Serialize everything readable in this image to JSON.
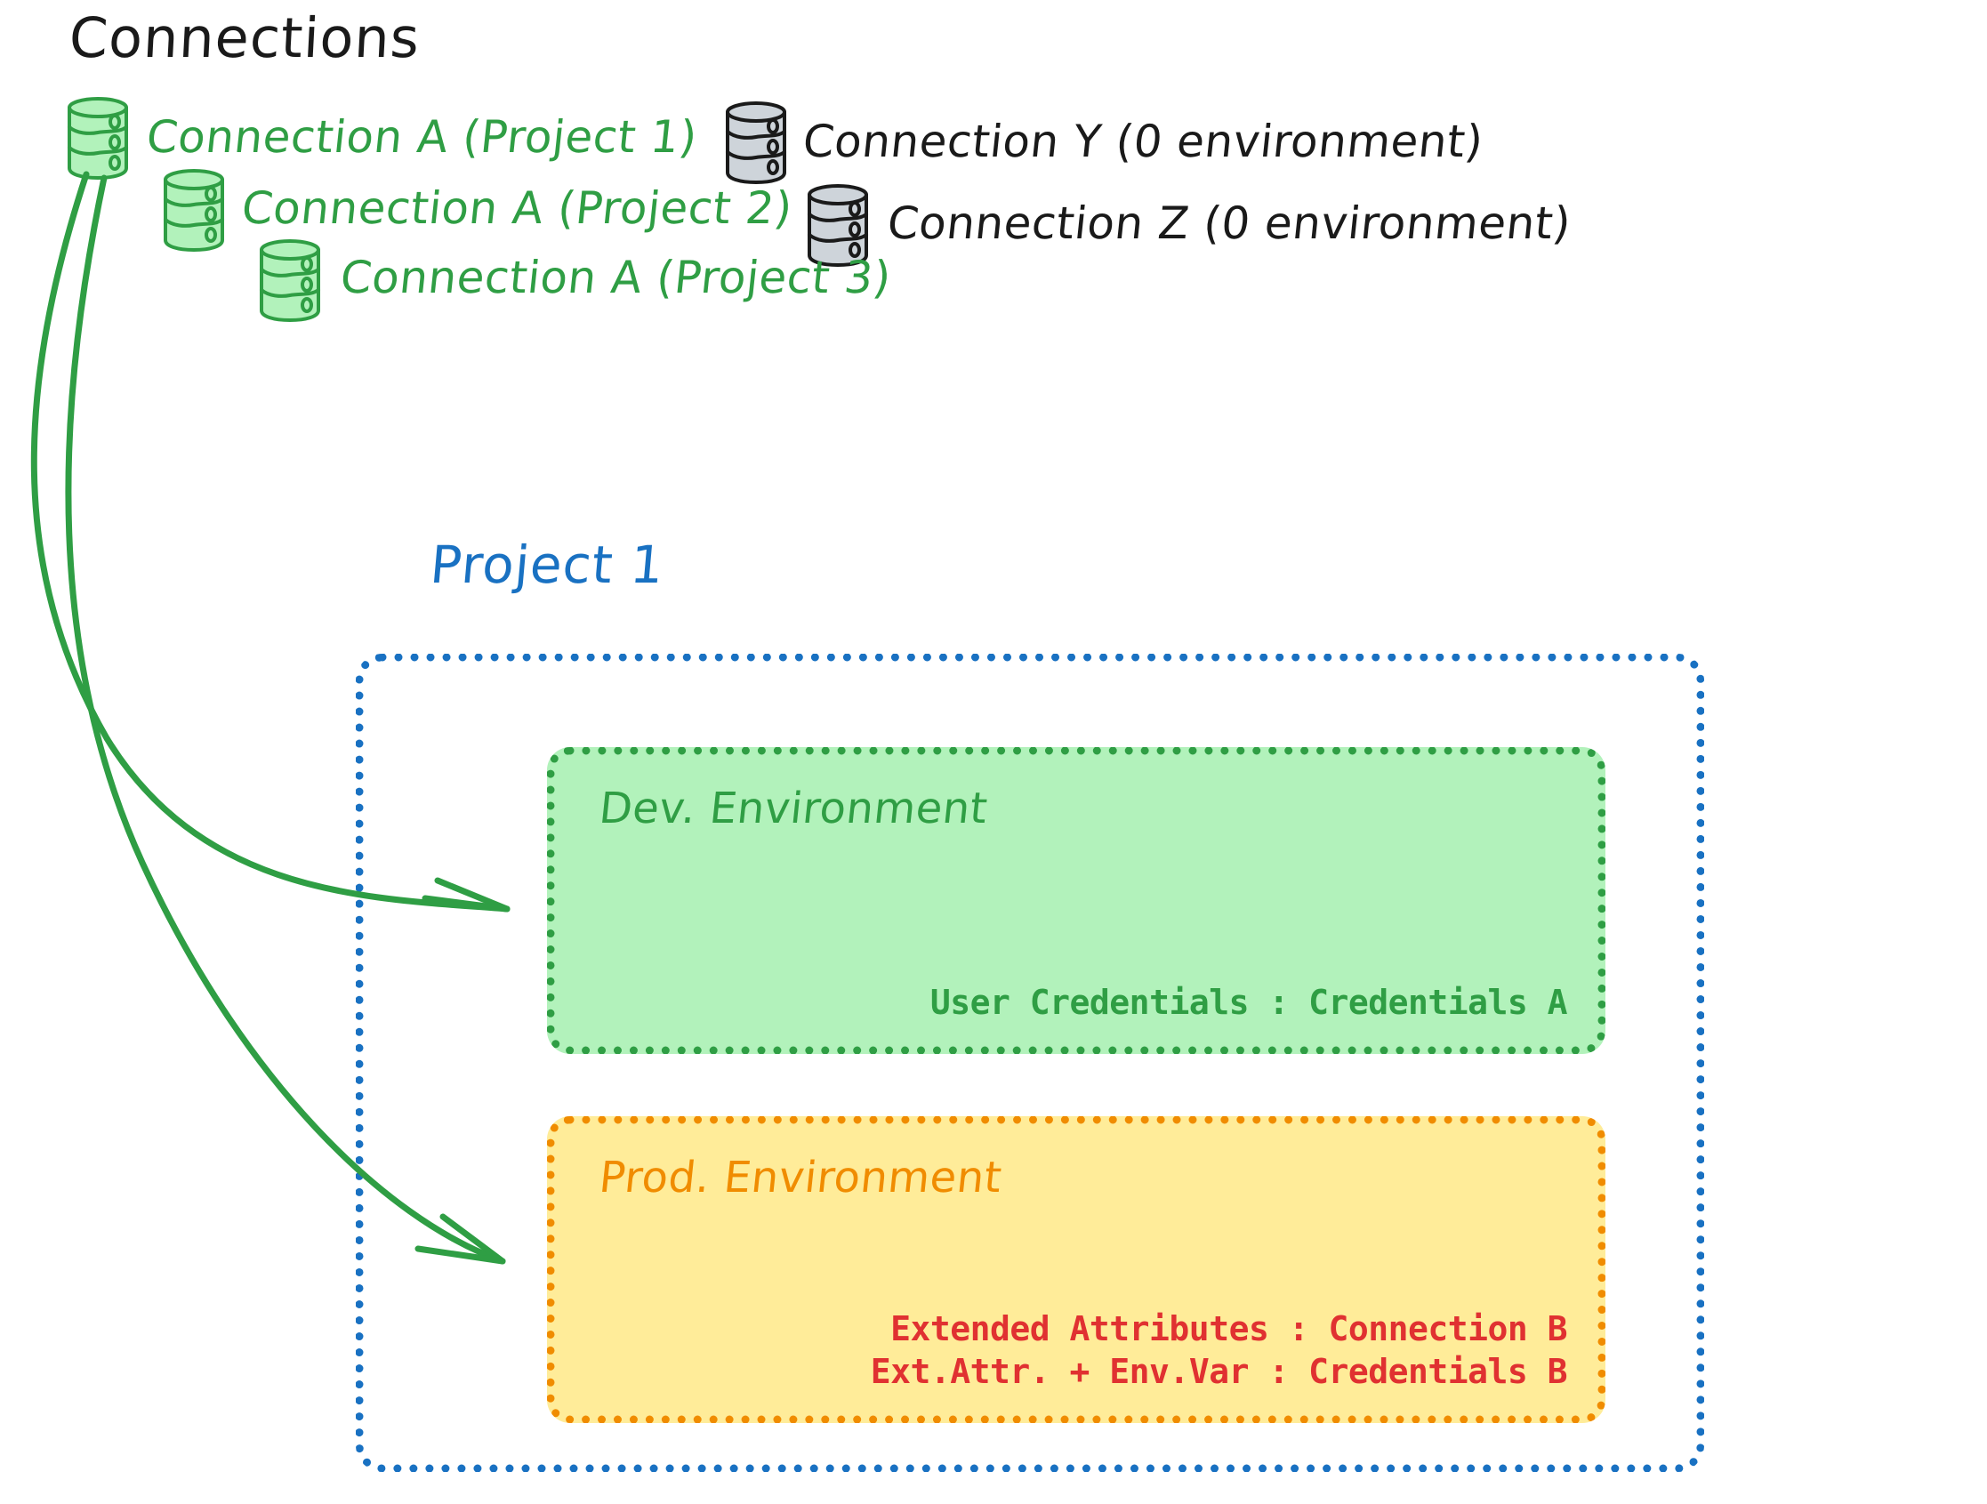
{
  "header": {
    "title": "Connections"
  },
  "connections": [
    {
      "label": "Connection A (Project 1)",
      "color": "green",
      "icon": "database-icon"
    },
    {
      "label": "Connection A (Project 2)",
      "color": "green",
      "icon": "database-icon"
    },
    {
      "label": "Connection A (Project 3)",
      "color": "green",
      "icon": "database-icon"
    },
    {
      "label": "Connection Y (0 environment)",
      "color": "gray",
      "icon": "database-icon"
    },
    {
      "label": "Connection Z (0 environment)",
      "color": "gray",
      "icon": "database-icon"
    }
  ],
  "project": {
    "title": "Project 1",
    "environments": [
      {
        "name": "Dev. Environment",
        "accent": "#2f9e44",
        "fill": "#b2f2bb",
        "lines": [
          "User Credentials : Credentials A"
        ]
      },
      {
        "name": "Prod. Environment",
        "accent": "#f08c00",
        "fill": "#ffec99",
        "lines": [
          "Extended Attributes : Connection B",
          "Ext.Attr. + Env.Var : Credentials B"
        ]
      }
    ]
  },
  "arrows": [
    {
      "from": "connection-a-project-1",
      "to": "dev-environment"
    },
    {
      "from": "connection-a-project-1",
      "to": "prod-environment"
    }
  ],
  "colors": {
    "green_stroke": "#2f9e44",
    "green_fill": "#b2f2bb",
    "orange_stroke": "#f08c00",
    "orange_fill": "#ffec99",
    "blue": "#1971c2",
    "red": "#e03131",
    "gray_stroke": "#1a1a1a",
    "gray_fill": "#ced4da",
    "ink": "#1a1a1a"
  }
}
